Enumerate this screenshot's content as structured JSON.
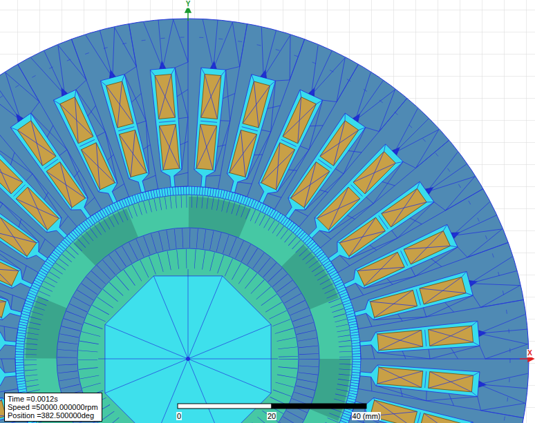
{
  "diagram": {
    "nodes": [
      {
        "text": [
          "Time =0.0012s",
          "Speed =50000.000000rpm",
          "Position =382.500000deg"
        ]
      }
    ],
    "labels": [
      "Y",
      "X",
      "0",
      "20",
      "40 (mm)"
    ]
  }
}
